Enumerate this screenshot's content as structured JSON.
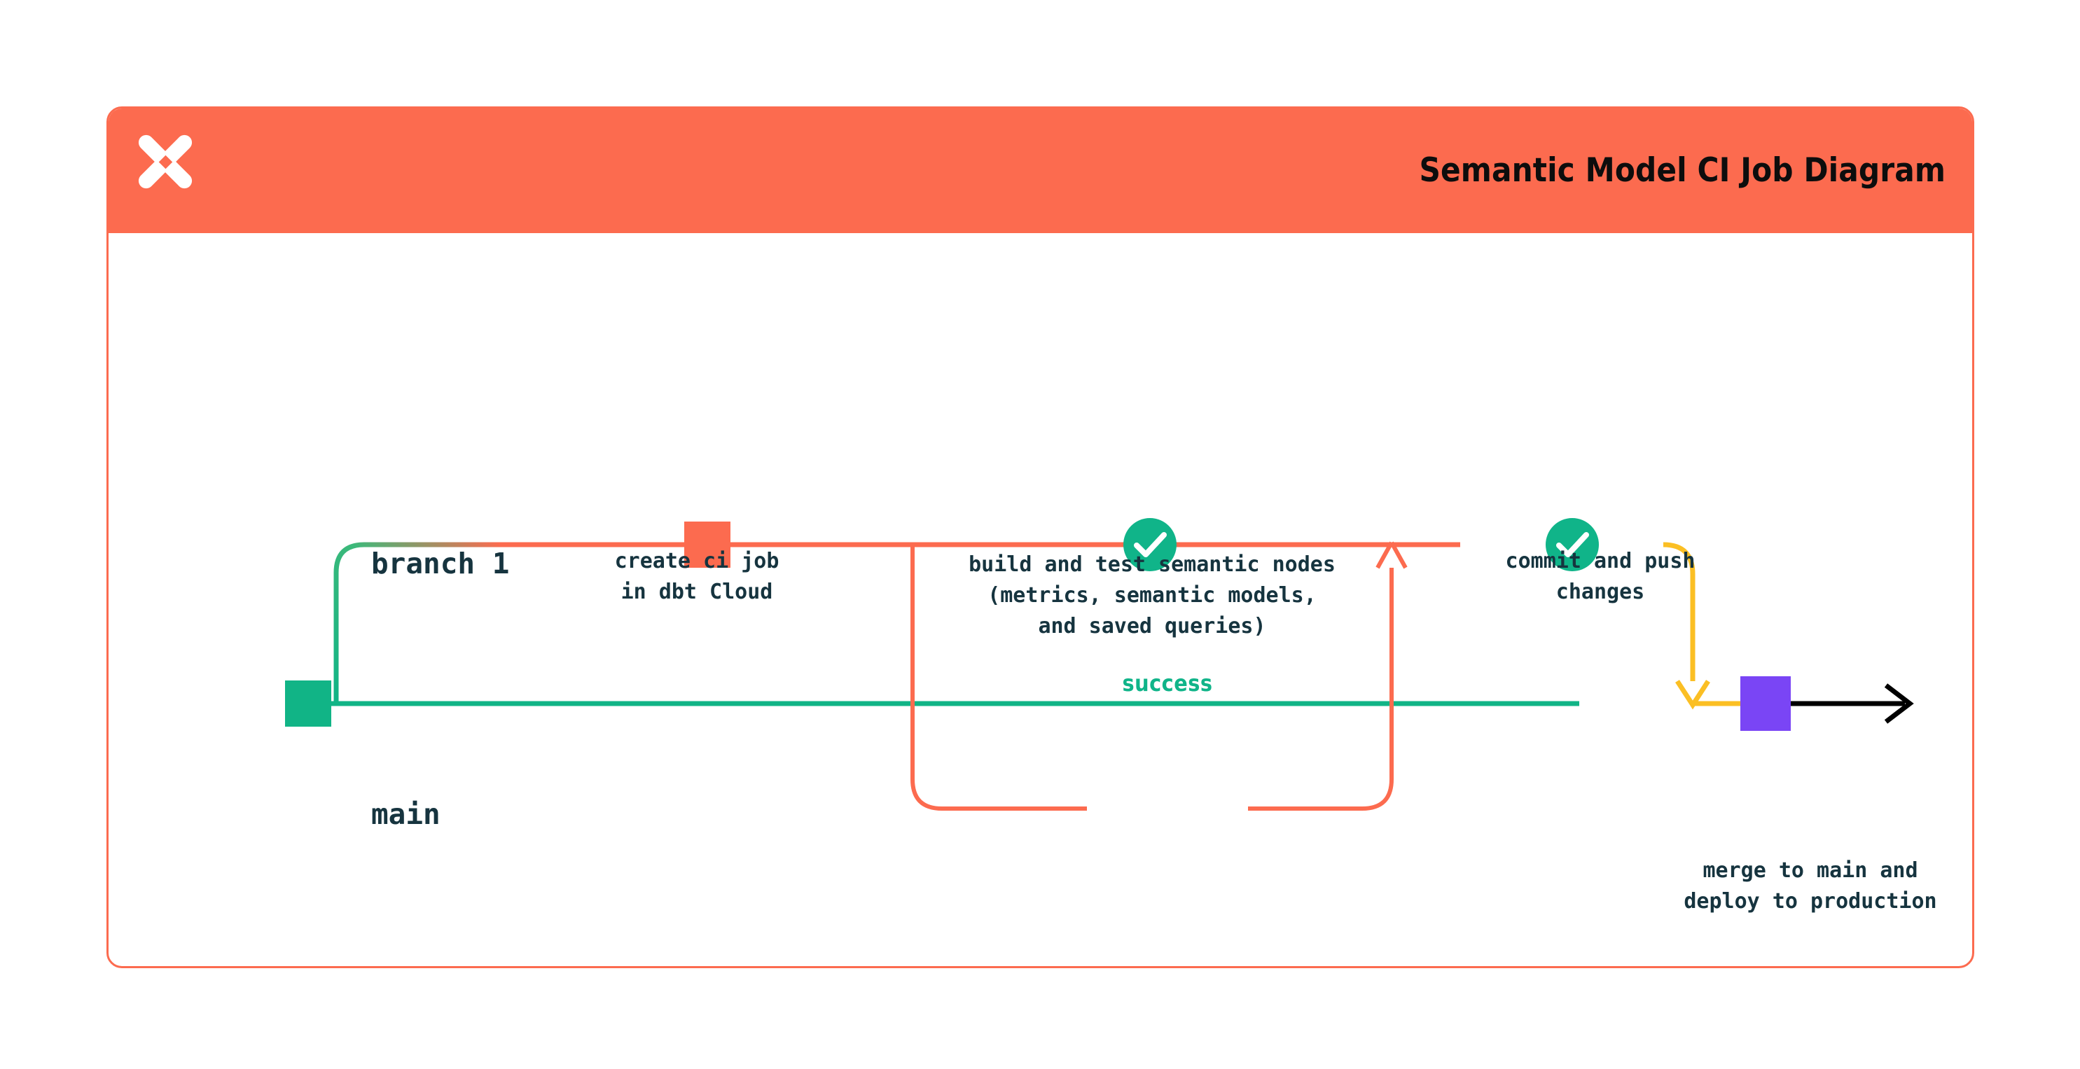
{
  "card": {
    "title": "Semantic Model CI Job Diagram",
    "logo_icon": "dbt-logo-icon",
    "header_color": "#FC6B4F",
    "border_color": "#FC6B4F"
  },
  "lanes": [
    {
      "id": "branch-1",
      "label": "branch 1",
      "color": "#FC6B4F"
    },
    {
      "id": "main",
      "label": "main",
      "color": "#11B486"
    }
  ],
  "nodes": [
    {
      "id": "create-ci-job",
      "lane": "branch-1",
      "marker": "square",
      "color": "#FC6B4F",
      "caption": "create ci job\nin dbt Cloud"
    },
    {
      "id": "build-and-test",
      "lane": "branch-1",
      "marker": "check-circle",
      "color": "#10B489",
      "caption": "build and test semantic nodes\n(metrics, semantic models,\nand saved queries)"
    },
    {
      "id": "commit-and-push",
      "lane": "branch-1",
      "marker": "check-circle",
      "color": "#10B489",
      "caption": "commit and push\nchanges"
    },
    {
      "id": "merge-to-main",
      "lane": "main",
      "marker": "square",
      "color": "#7A45F5",
      "caption": "merge to main and\ndeploy to production"
    }
  ],
  "edges": [
    {
      "id": "branch-off",
      "from": "main",
      "to": "branch-1",
      "color_start": "#11B486",
      "color_end": "#FC6B4F"
    },
    {
      "id": "retry-loop",
      "label": "success",
      "label_color": "#10B489",
      "color": "#FC6B4F",
      "arrow": "up"
    },
    {
      "id": "merge-down",
      "from": "branch-1",
      "to": "main",
      "color": "#FBBF24",
      "arrow": "down"
    },
    {
      "id": "main-continues",
      "color": "#000000",
      "arrow": "right"
    }
  ],
  "colors": {
    "brand_orange": "#FC6B4F",
    "green": "#11B486",
    "check_green": "#10B489",
    "yellow": "#FBBF24",
    "purple": "#7A45F5",
    "text_navy": "#16343F",
    "black": "#000000"
  }
}
